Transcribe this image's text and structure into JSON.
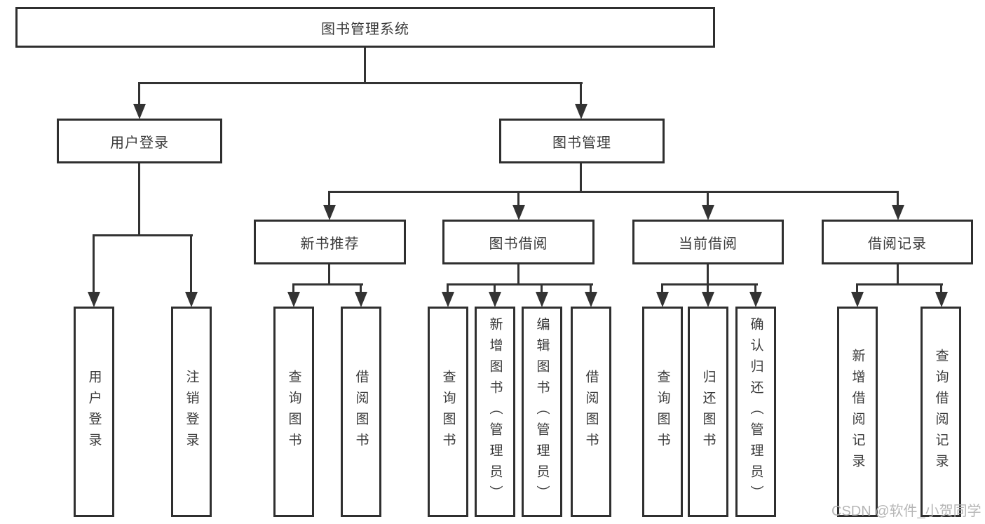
{
  "root": {
    "label": "图书管理系统"
  },
  "branches": [
    {
      "label": "用户登录",
      "children": [
        {
          "label": "用户登录"
        },
        {
          "label": "注销登录"
        }
      ]
    },
    {
      "label": "图书管理",
      "children": [
        {
          "label": "新书推荐",
          "children": [
            {
              "label": "查询图书"
            },
            {
              "label": "借阅图书"
            }
          ]
        },
        {
          "label": "图书借阅",
          "children": [
            {
              "label": "查询图书"
            },
            {
              "label": "新增图书（管理员）"
            },
            {
              "label": "编辑图书（管理员）"
            },
            {
              "label": "借阅图书"
            }
          ]
        },
        {
          "label": "当前借阅",
          "children": [
            {
              "label": "查询图书"
            },
            {
              "label": "归还图书"
            },
            {
              "label": "确认归还（管理员）"
            }
          ]
        },
        {
          "label": "借阅记录",
          "children": [
            {
              "label": "新增借阅记录"
            },
            {
              "label": "查询借阅记录"
            }
          ]
        }
      ]
    }
  ],
  "watermark": "CSDN @软件_小贺同学",
  "colors": {
    "line": "#333333",
    "box_border": "#2f2f2f",
    "text": "#3a3a3a",
    "watermark": "#b2b2b2",
    "background": "#ffffff"
  }
}
